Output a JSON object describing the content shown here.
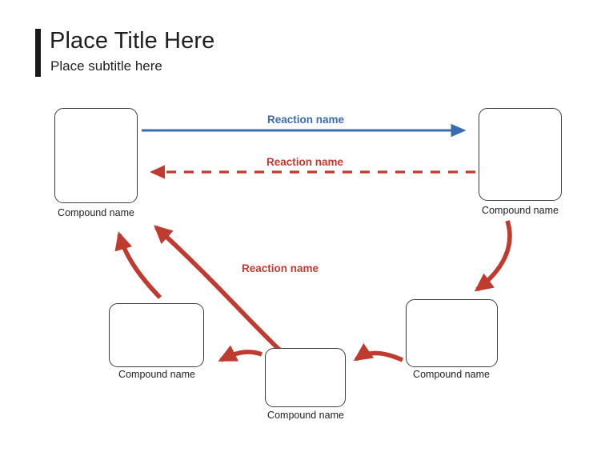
{
  "header": {
    "title": "Place Title Here",
    "subtitle": "Place subtitle here"
  },
  "colors": {
    "accent_bar": "#1a1a1a",
    "reaction_blue": "#3a6cb0",
    "reaction_red": "#bf3b30",
    "node_border": "#3d3d3d",
    "node_fill": "#ffffff",
    "background": "#ffffff",
    "text": "#1f1f1f"
  },
  "diagram": {
    "nodes": [
      {
        "id": "a",
        "label": "Compound name"
      },
      {
        "id": "b",
        "label": "Compound name"
      },
      {
        "id": "c",
        "label": "Compound name"
      },
      {
        "id": "d",
        "label": "Compound name"
      },
      {
        "id": "e",
        "label": "Compound name"
      }
    ],
    "connections": [
      {
        "id": "ab",
        "label": "Reaction name",
        "color": "#3a6cb0",
        "style": "solid",
        "from": "a",
        "to": "b"
      },
      {
        "id": "ba",
        "label": "Reaction name",
        "color": "#bf3b30",
        "style": "dashed",
        "from": "b",
        "to": "a"
      },
      {
        "id": "bc",
        "label": "",
        "color": "#bf3b30",
        "style": "curved",
        "from": "b",
        "to": "c"
      },
      {
        "id": "cd",
        "label": "",
        "color": "#bf3b30",
        "style": "curved",
        "from": "c",
        "to": "d"
      },
      {
        "id": "de",
        "label": "",
        "color": "#bf3b30",
        "style": "curved",
        "from": "d",
        "to": "e"
      },
      {
        "id": "ea",
        "label": "",
        "color": "#bf3b30",
        "style": "curved",
        "from": "e",
        "to": "a"
      },
      {
        "id": "da",
        "label": "Reaction name",
        "color": "#bf3b30",
        "style": "curved",
        "from": "d",
        "to": "a"
      }
    ]
  }
}
